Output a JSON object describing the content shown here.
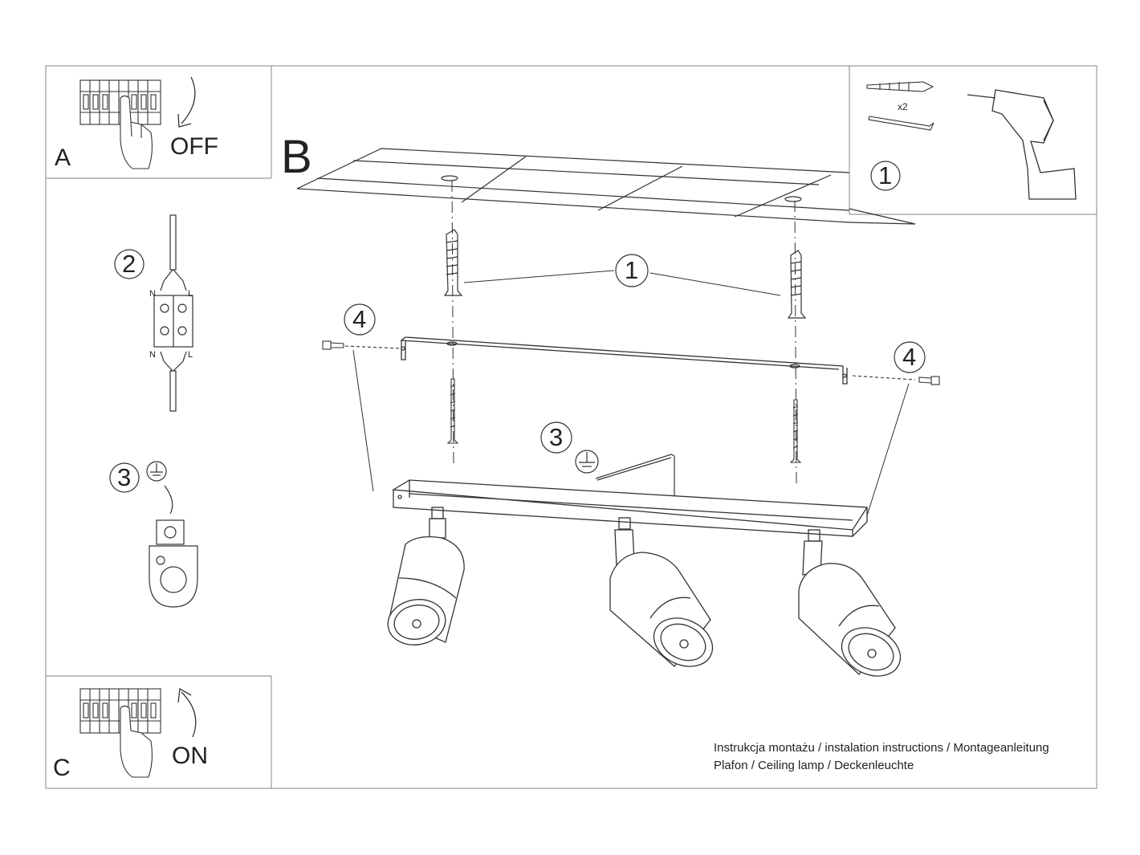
{
  "panels": {
    "a": {
      "letter": "A",
      "switch_label": "OFF"
    },
    "b": {
      "letter": "B"
    },
    "c": {
      "letter": "C",
      "switch_label": "ON"
    }
  },
  "callouts": {
    "tools_step": "1",
    "wiring_step": "2",
    "ground_step": "3",
    "anchor_step": "1",
    "screw_left": "4",
    "screw_right": "4",
    "ground_wire_step": "3"
  },
  "terminal": {
    "n_top": "N",
    "l_top": "L",
    "n_bottom": "N",
    "l_bottom": "L"
  },
  "tools": {
    "quantity": "x2"
  },
  "caption": {
    "line1": "Instrukcja montażu / instalation instructions / Montageanleitung",
    "line2": "Plafon / Ceiling lamp / Deckenleuchte"
  }
}
